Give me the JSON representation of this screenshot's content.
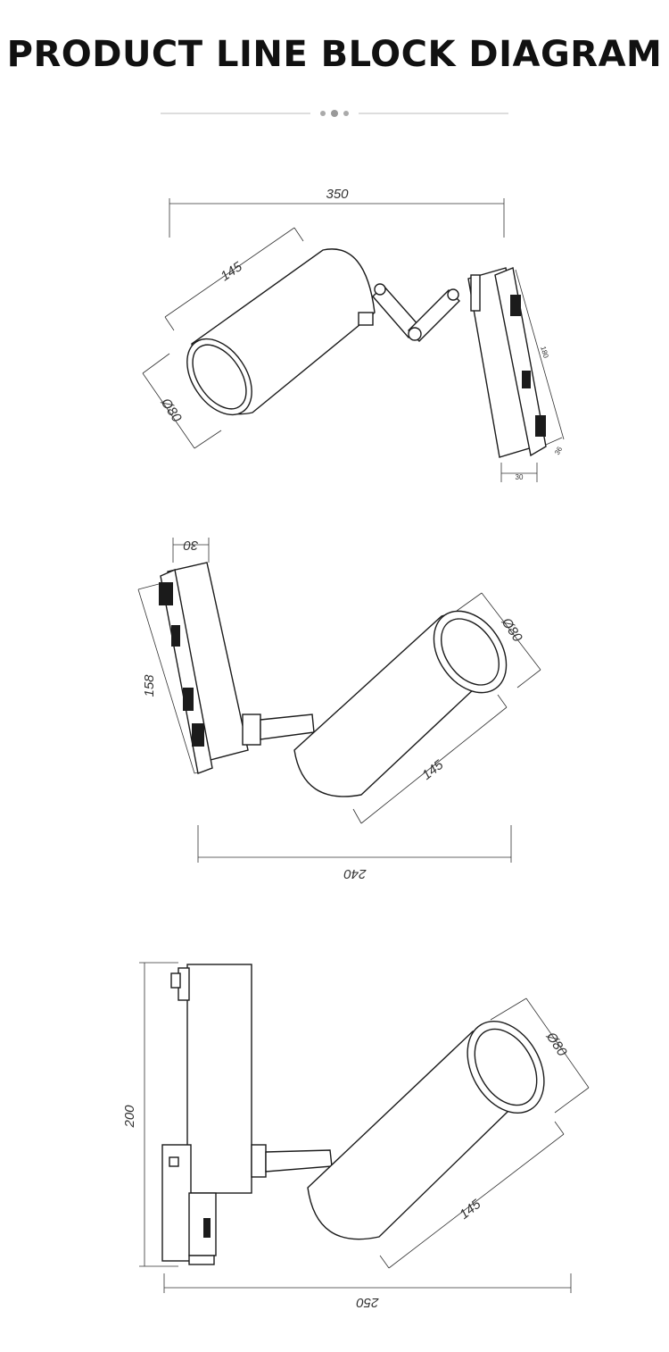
{
  "title": "PRODUCT LINE BLOCK DIAGRAM",
  "view1": {
    "width": "350",
    "length": "145",
    "diameter": "Ø80",
    "track": "180",
    "thickness": "30",
    "depth": "36"
  },
  "view2": {
    "thickness": "30",
    "height": "158",
    "diameter": "Ø80",
    "length": "145",
    "width": "240"
  },
  "view3": {
    "height": "200",
    "diameter": "Ø80",
    "length": "145",
    "width": "250"
  }
}
